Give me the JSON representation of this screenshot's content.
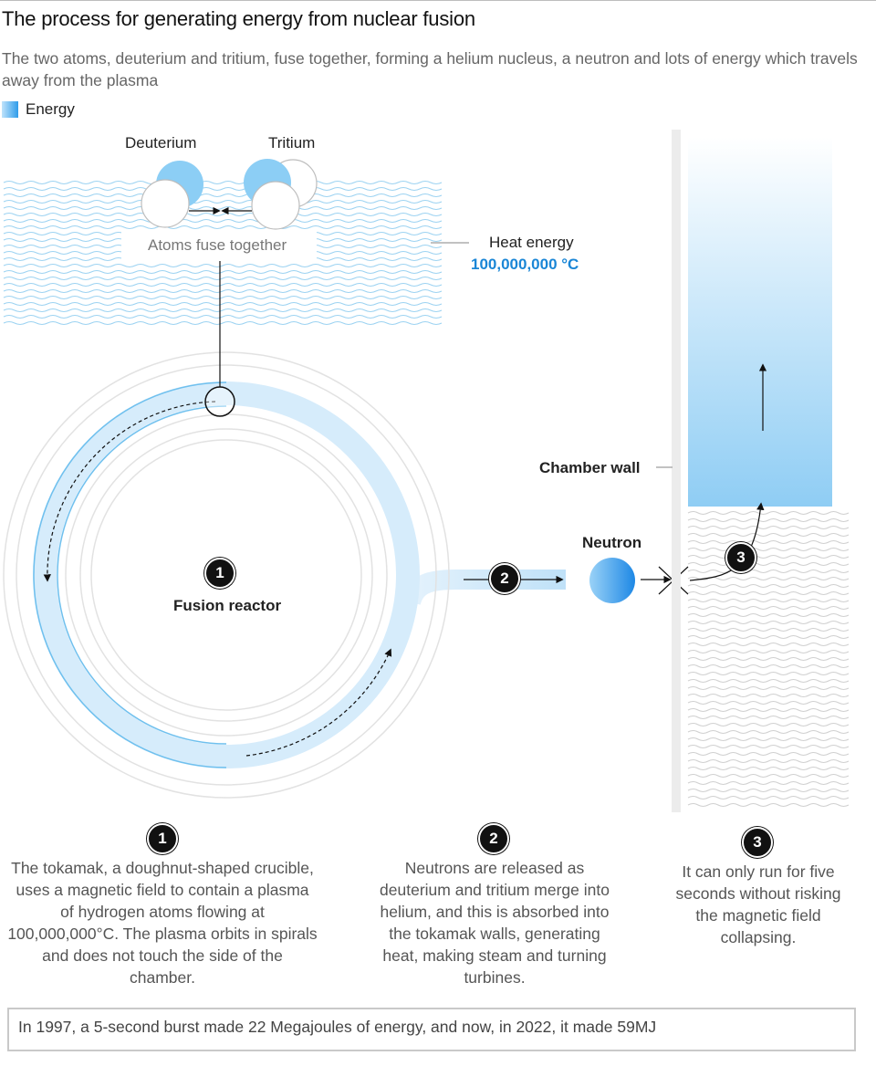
{
  "header": {
    "title": "The process for generating energy from nuclear fusion",
    "subtitle": "The two atoms, deuterium and tritium, fuse together, forming a helium nucleus, a neutron and lots of energy which travels away from the plasma"
  },
  "legend": {
    "label": "Energy",
    "colors": [
      "#bfe3fb",
      "#2f9cea"
    ]
  },
  "diagram": {
    "deuterium_label": "Deuterium",
    "tritium_label": "Tritium",
    "fuse_label": "Atoms fuse together",
    "heat_label": "Heat energy",
    "heat_value": "100,000,000 °C",
    "reactor_label": "Fusion reactor",
    "neutron_label": "Neutron",
    "wall_label": "Chamber wall",
    "steps": [
      "1",
      "2",
      "3"
    ],
    "icons": [
      "deuterium-atom-icon",
      "tritium-atom-icon",
      "neutron-icon",
      "arrow-up-icon"
    ]
  },
  "descriptions": [
    {
      "number": "1",
      "text": "The tokamak, a doughnut-shaped crucible, uses a magnetic field to contain a plasma of hydrogen atoms flowing at 100,000,000°C. The plasma orbits in spirals and does not touch the side of the chamber."
    },
    {
      "number": "2",
      "text": "Neutrons are released as deuterium and tritium merge into helium, and this is absorbed into the tokamak walls, generating heat, making steam and turning turbines."
    },
    {
      "number": "3",
      "text": "It can only run for five seconds without risking the magnetic field collapsing."
    }
  ],
  "footer": {
    "text": "In 1997, a 5-second burst made 22 Megajoules of energy, and now, in 2022, it made 59MJ"
  },
  "colors": {
    "accent": "#2f9cea",
    "energy_light": "#d6ecfb",
    "wave": "#9dd3f2",
    "text": "#222222",
    "muted": "#666666"
  }
}
